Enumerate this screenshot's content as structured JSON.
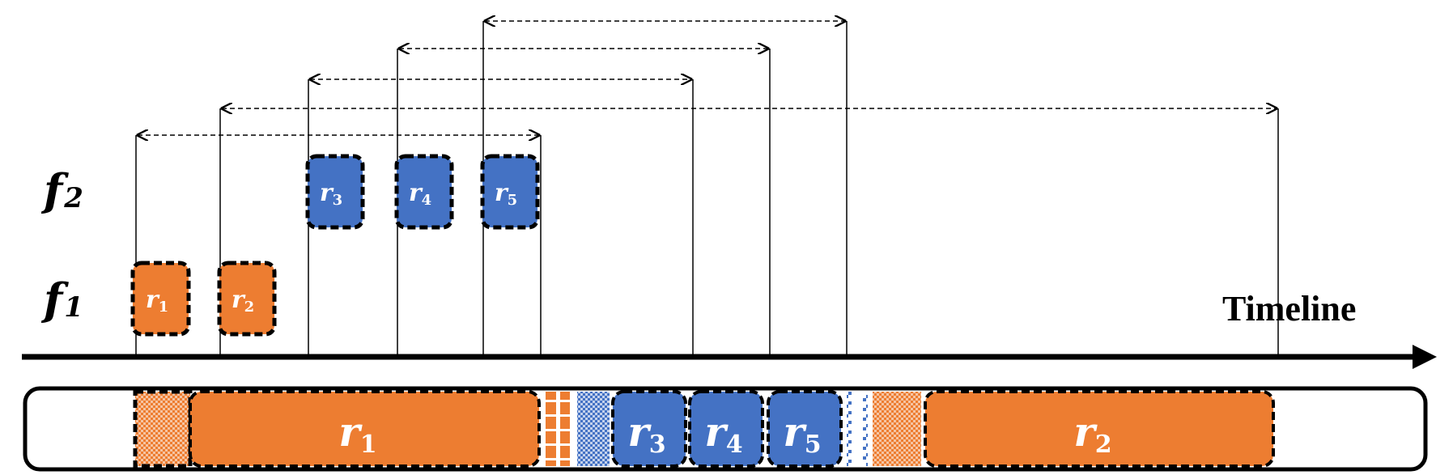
{
  "colors": {
    "orange": "#ED7D31",
    "blue": "#4472C4",
    "border": "#000000",
    "line": "#000000"
  },
  "rows": [
    {
      "id": "f2",
      "letter": "f",
      "sub": "2"
    },
    {
      "id": "f1",
      "letter": "f",
      "sub": "1"
    }
  ],
  "timeline": {
    "label": "Timeline"
  },
  "requests": [
    {
      "letter": "r",
      "sub": "1",
      "row": "f1",
      "color": "orange"
    },
    {
      "letter": "r",
      "sub": "2",
      "row": "f1",
      "color": "orange"
    },
    {
      "letter": "r",
      "sub": "3",
      "row": "f2",
      "color": "blue"
    },
    {
      "letter": "r",
      "sub": "4",
      "row": "f2",
      "color": "blue"
    },
    {
      "letter": "r",
      "sub": "5",
      "row": "f2",
      "color": "blue"
    }
  ],
  "schedule": [
    {
      "kind": "switch",
      "color": "orange"
    },
    {
      "kind": "request",
      "ref": "1",
      "color": "orange"
    },
    {
      "kind": "stripe",
      "color": "orange"
    },
    {
      "kind": "switch",
      "color": "blue"
    },
    {
      "kind": "request",
      "ref": "3",
      "color": "blue"
    },
    {
      "kind": "request",
      "ref": "4",
      "color": "blue"
    },
    {
      "kind": "request",
      "ref": "5",
      "color": "blue"
    },
    {
      "kind": "stripe",
      "color": "blue"
    },
    {
      "kind": "switch",
      "color": "orange"
    },
    {
      "kind": "request",
      "ref": "2",
      "color": "orange"
    }
  ]
}
